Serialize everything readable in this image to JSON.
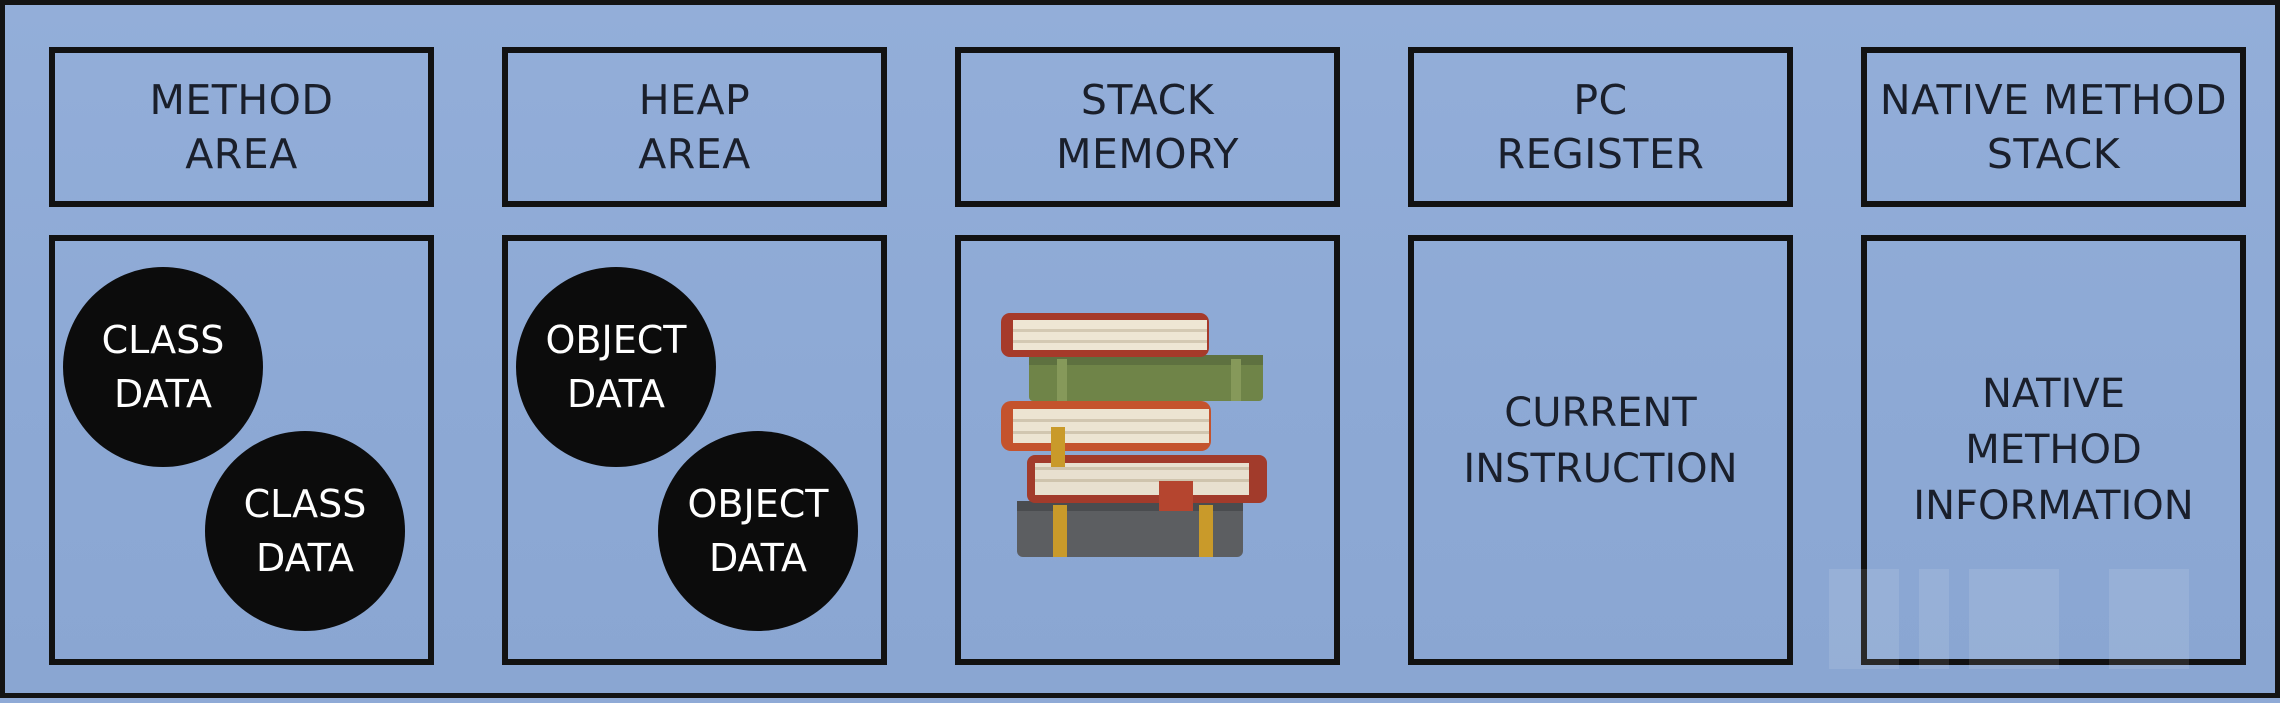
{
  "colors": {
    "background": "#8faad6",
    "border": "#121212",
    "text": "#1a1f2b",
    "circle_fill": "#0c0c0c",
    "circle_text": "#ffffff"
  },
  "columns": [
    {
      "header": [
        "METHOD",
        "AREA"
      ],
      "circles": [
        [
          "CLASS",
          "DATA"
        ],
        [
          "CLASS",
          "DATA"
        ]
      ]
    },
    {
      "header": [
        "HEAP",
        "AREA"
      ],
      "circles": [
        [
          "OBJECT",
          "DATA"
        ],
        [
          "OBJECT",
          "DATA"
        ]
      ]
    },
    {
      "header": [
        "STACK",
        "MEMORY"
      ],
      "icon": "stack-of-books-icon"
    },
    {
      "header": [
        "PC",
        "REGISTER"
      ],
      "text": [
        "CURRENT",
        "INSTRUCTION"
      ]
    },
    {
      "header": [
        "NATIVE METHOD",
        "STACK"
      ],
      "text": [
        "NATIVE",
        "METHOD",
        "INFORMATION"
      ]
    }
  ]
}
